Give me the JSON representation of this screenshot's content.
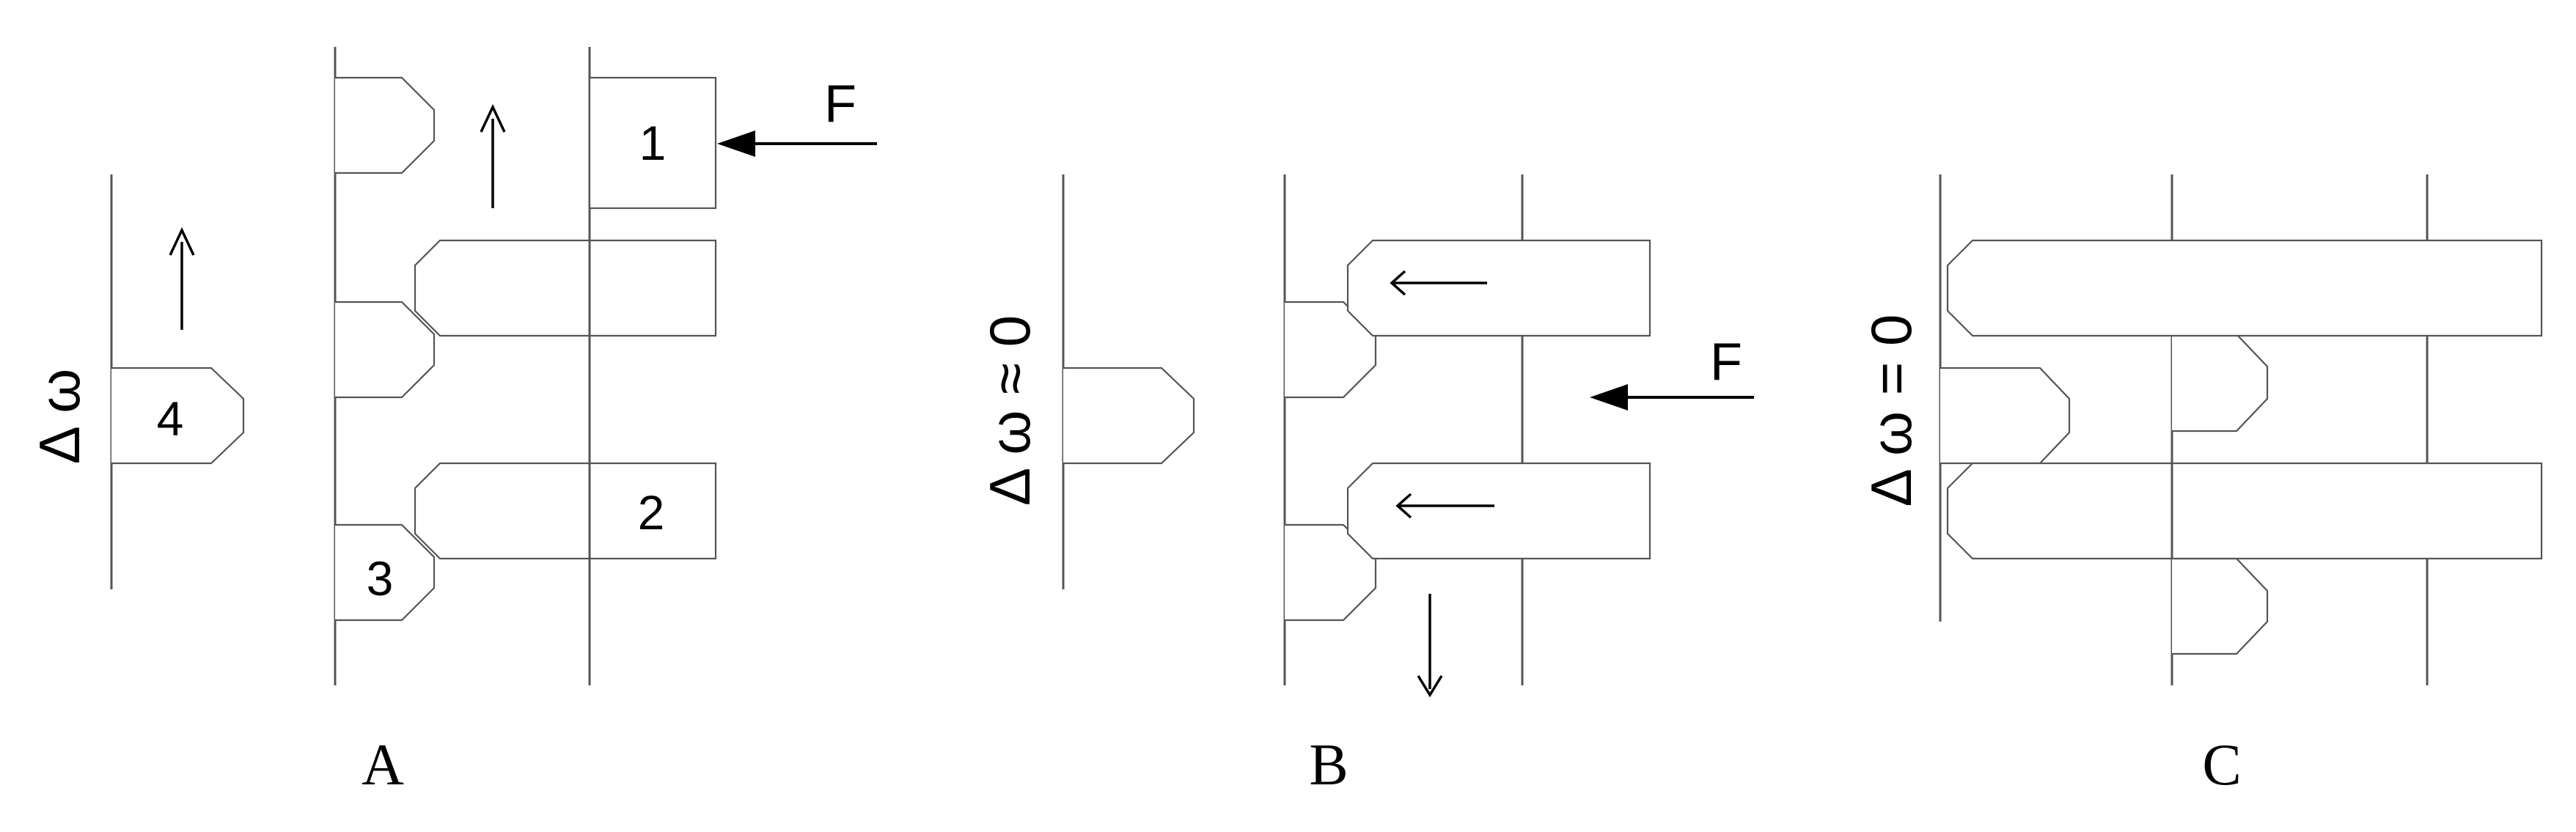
{
  "panels": {
    "a": {
      "caption": "A",
      "delta_label": "Δ ω",
      "force_label": "F",
      "tooth_labels": [
        "1",
        "2",
        "3",
        "4"
      ]
    },
    "b": {
      "caption": "B",
      "delta_label": "Δ ω ≈ 0",
      "force_label": "F"
    },
    "c": {
      "caption": "C",
      "delta_label": "Δ ω = 0"
    }
  },
  "icons": {
    "force_arrow": "arrow-left-icon",
    "rotation_up": "arrow-up-icon",
    "rotation_down": "arrow-down-icon",
    "slide_left": "arrow-left-icon"
  },
  "colors": {
    "outline": "#555555",
    "ink": "#000000",
    "background": "#ffffff"
  }
}
